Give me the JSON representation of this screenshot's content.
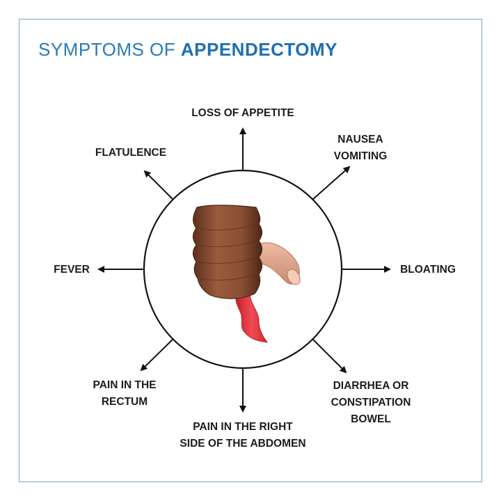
{
  "title": {
    "prefix": "SYMPTOMS OF ",
    "emphasis": "APPENDECTOMY"
  },
  "symptoms": {
    "top": [
      "LOSS OF APPETITE"
    ],
    "top_right": [
      "NAUSEA",
      "VOMITING"
    ],
    "right": [
      "BLOATING"
    ],
    "bottom_right": [
      "DIARRHEA OR",
      "CONSTIPATION",
      "BOWEL"
    ],
    "bottom": [
      "PAIN IN THE RIGHT",
      "SIDE OF THE ABDOMEN"
    ],
    "bottom_left": [
      "PAIN IN THE",
      "RECTUM"
    ],
    "left": [
      "FEVER"
    ],
    "top_left": [
      "FLATULENCE"
    ]
  },
  "colors": {
    "title": "#2a7ab8",
    "frame": "#7fa3c0",
    "colon": "#8a4f34",
    "appendix": "#e0a98f",
    "inflamed": "#e8333f"
  }
}
